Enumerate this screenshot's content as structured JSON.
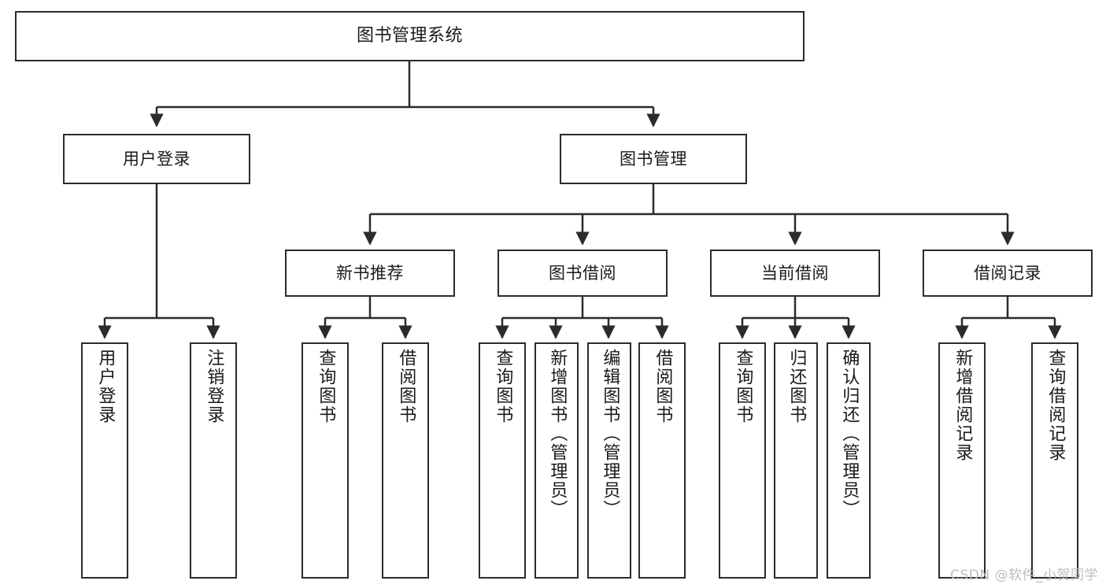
{
  "diagram": {
    "title_text": "图书管理系统",
    "stroke_color": "#2b2b2b",
    "fill_color": "#ffffff",
    "text_color": "#1a1a1a",
    "watermark": "CSDN @软件_小贺同学",
    "levels": {
      "root": "图书管理系统",
      "level2": [
        "用户登录",
        "图书管理"
      ],
      "level3": [
        "新书推荐",
        "图书借阅",
        "当前借阅",
        "借阅记录"
      ]
    },
    "nodes": {
      "root": {
        "label": "图书管理系统"
      },
      "user_login": {
        "label": "用户登录"
      },
      "book_manage": {
        "label": "图书管理"
      },
      "new_book_rec": {
        "label": "新书推荐"
      },
      "book_borrow": {
        "label": "图书借阅"
      },
      "current_borrow": {
        "label": "当前借阅"
      },
      "borrow_record": {
        "label": "借阅记录"
      },
      "leaf_user_login": {
        "label": "用户登录"
      },
      "leaf_logout": {
        "label": "注销登录"
      },
      "leaf_query_book_a": {
        "label": "查询图书"
      },
      "leaf_borrow_book_a": {
        "label": "借阅图书"
      },
      "leaf_query_book_b": {
        "label": "查询图书"
      },
      "leaf_add_book": {
        "label": "新增图书（管理员）"
      },
      "leaf_edit_book": {
        "label": "编辑图书（管理员）"
      },
      "leaf_borrow_book_b": {
        "label": "借阅图书"
      },
      "leaf_query_book_c": {
        "label": "查询图书"
      },
      "leaf_return_book": {
        "label": "归还图书"
      },
      "leaf_confirm_return": {
        "label": "确认归还（管理员）"
      },
      "leaf_add_record": {
        "label": "新增借阅记录"
      },
      "leaf_query_record": {
        "label": "查询借阅记录"
      }
    }
  }
}
